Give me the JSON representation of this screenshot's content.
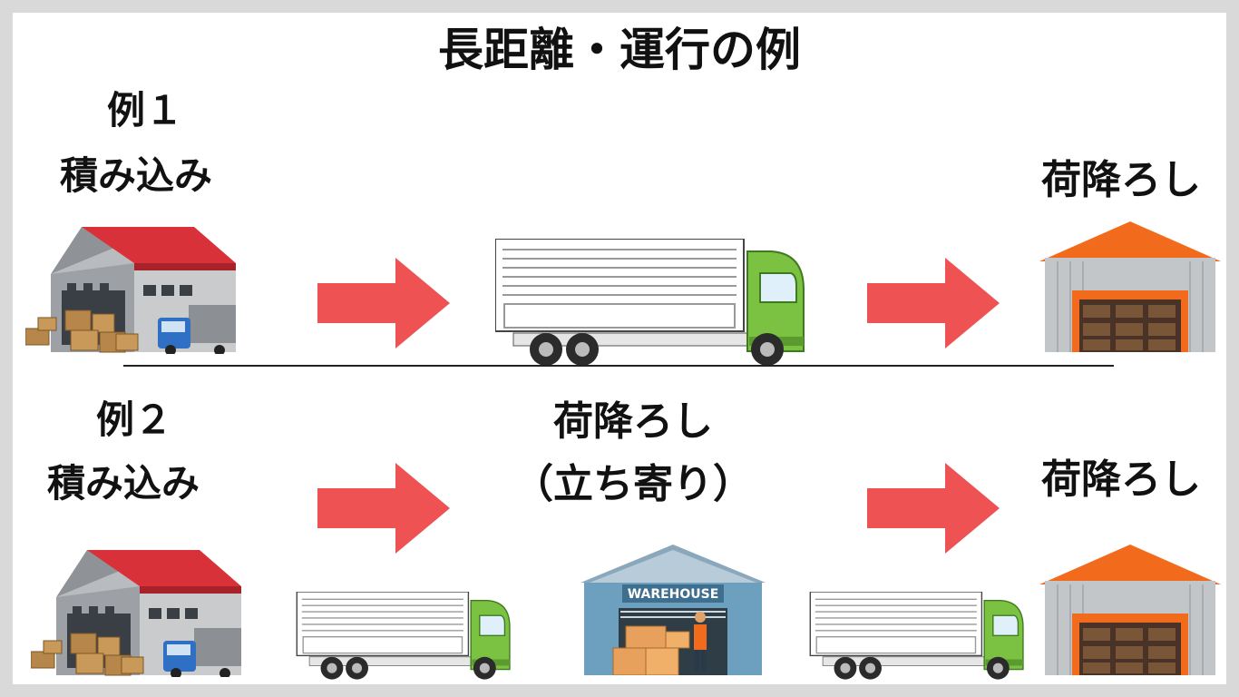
{
  "title": "長距離・運行の例",
  "example1": {
    "label": "例１",
    "loading": "積み込み",
    "unloading": "荷降ろし"
  },
  "example2": {
    "label": "例２",
    "loading": "積み込み",
    "stopover_line1": "荷降ろし",
    "stopover_line2": "（立ち寄り）",
    "unloading": "荷降ろし"
  },
  "warehouse_sign": "WAREHOUSE",
  "colors": {
    "arrow": "#ee5253",
    "truck_cab": "#7bc142",
    "roof_red": "#d9313a",
    "roof_orange": "#f26b1d"
  }
}
